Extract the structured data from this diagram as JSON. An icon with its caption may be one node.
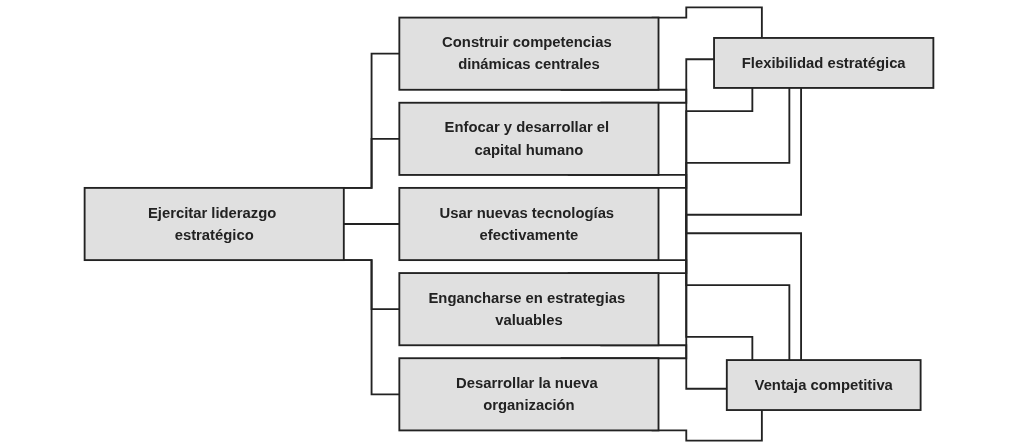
{
  "diagram": {
    "nodes": [
      {
        "text": [
          "Ejercitar liderazgo estratégico"
        ]
      },
      {
        "text": [
          "Construir competencias dinámicas centrales"
        ]
      },
      {
        "text": [
          "Enfocar y desarrollar el capital humano"
        ]
      },
      {
        "text": [
          "Usar nuevas tecnologías efectivamente"
        ]
      },
      {
        "text": [
          "Engancharse en estrategias valuables"
        ]
      },
      {
        "text": [
          "Desarrollar la nueva organización"
        ]
      },
      {
        "text": [
          "Flexibilidad estratégica"
        ]
      },
      {
        "text": [
          "Ventaja competitiva"
        ]
      }
    ],
    "edges": [
      {
        "from": 0,
        "to": 1,
        "arrow": "none"
      },
      {
        "from": 0,
        "to": 2,
        "arrow": "none"
      },
      {
        "from": 0,
        "to": 3,
        "arrow": "none"
      },
      {
        "from": 0,
        "to": 4,
        "arrow": "none"
      },
      {
        "from": 0,
        "to": 5,
        "arrow": "none"
      },
      {
        "from": 1,
        "to": 6,
        "arrow": "none"
      },
      {
        "from": 2,
        "to": 6,
        "arrow": "none"
      },
      {
        "from": 3,
        "to": 6,
        "arrow": "none"
      },
      {
        "from": 4,
        "to": 6,
        "arrow": "none"
      },
      {
        "from": 5,
        "to": 6,
        "arrow": "none"
      },
      {
        "from": 1,
        "to": 7,
        "arrow": "none"
      },
      {
        "from": 2,
        "to": 7,
        "arrow": "none"
      },
      {
        "from": 3,
        "to": 7,
        "arrow": "none"
      },
      {
        "from": 4,
        "to": 7,
        "arrow": "none"
      },
      {
        "from": 5,
        "to": 7,
        "arrow": "none"
      }
    ]
  }
}
